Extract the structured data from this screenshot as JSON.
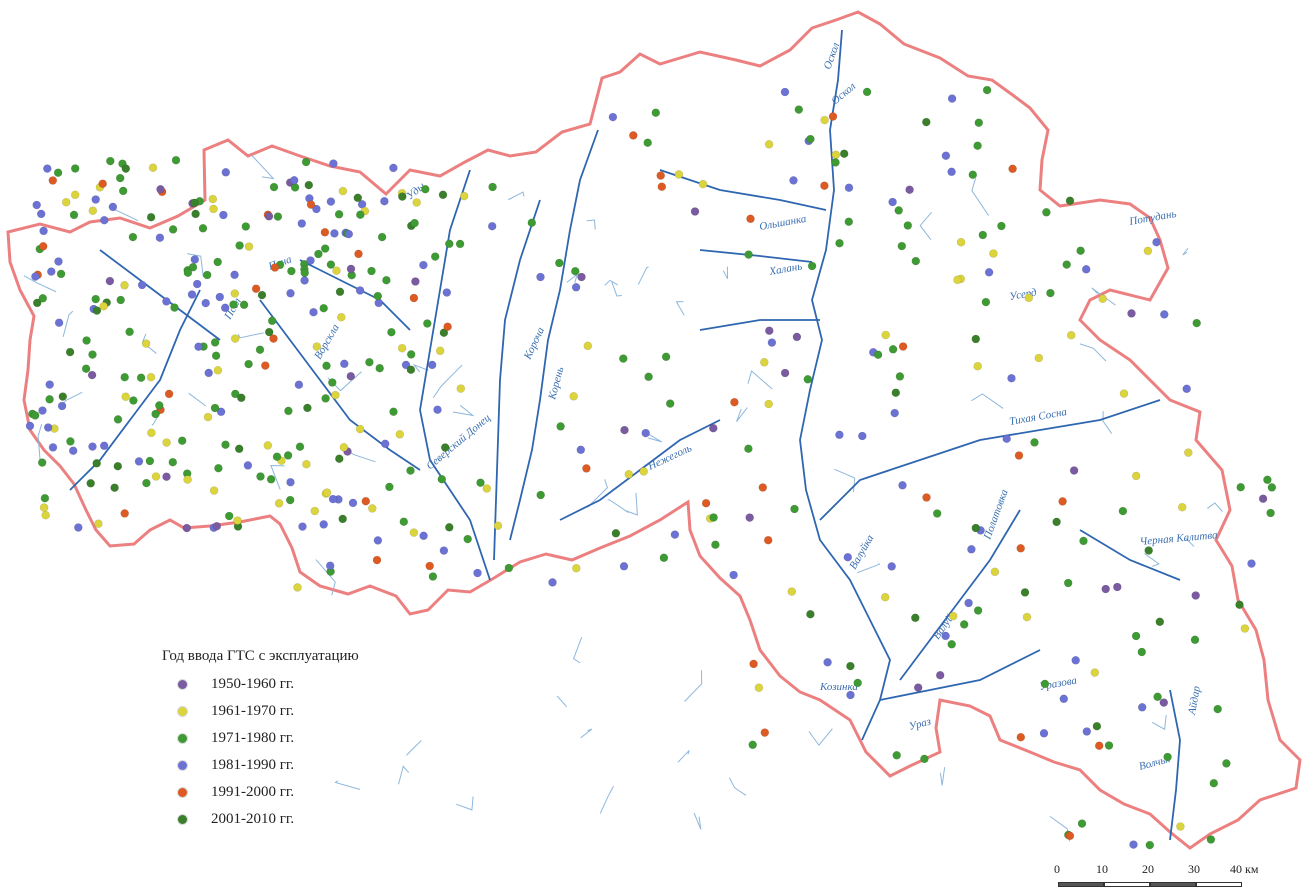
{
  "colors": {
    "border": "#ec8080",
    "river": "#2f66b0",
    "river_light": "#8db7dc",
    "label": "#3a6fb0"
  },
  "rivers": [
    "Оскол",
    "Уды",
    "Ворскла",
    "Пена",
    "Псёл",
    "Северский Донец",
    "Корень",
    "Нежеголь",
    "Короча",
    "Оскол",
    "Тихая Сосна",
    "Валуй",
    "Уразова",
    "Айдар",
    "Потудань",
    "Козинка",
    "Волчья",
    "Черная Калитва",
    "Халань",
    "Ольшанка",
    "Усерд",
    "Валуйка",
    "Ураз",
    "Полатовка"
  ],
  "legend": {
    "title": "Год ввода ГТС с эксплуатацию",
    "items": [
      {
        "label": "1950-1960 гг.",
        "color": "#7a5aa0"
      },
      {
        "label": "1961-1970 гг.",
        "color": "#dcd43c"
      },
      {
        "label": "1971-1980 гг.",
        "color": "#3e9a33"
      },
      {
        "label": "1981-1990 гг.",
        "color": "#6b72d4"
      },
      {
        "label": "1991-2000 гг.",
        "color": "#dd5a22"
      },
      {
        "label": "2001-2010 гг.",
        "color": "#3a7f2a"
      }
    ]
  },
  "scale": {
    "ticks": [
      "0",
      "10",
      "20",
      "30",
      "40 км"
    ]
  }
}
